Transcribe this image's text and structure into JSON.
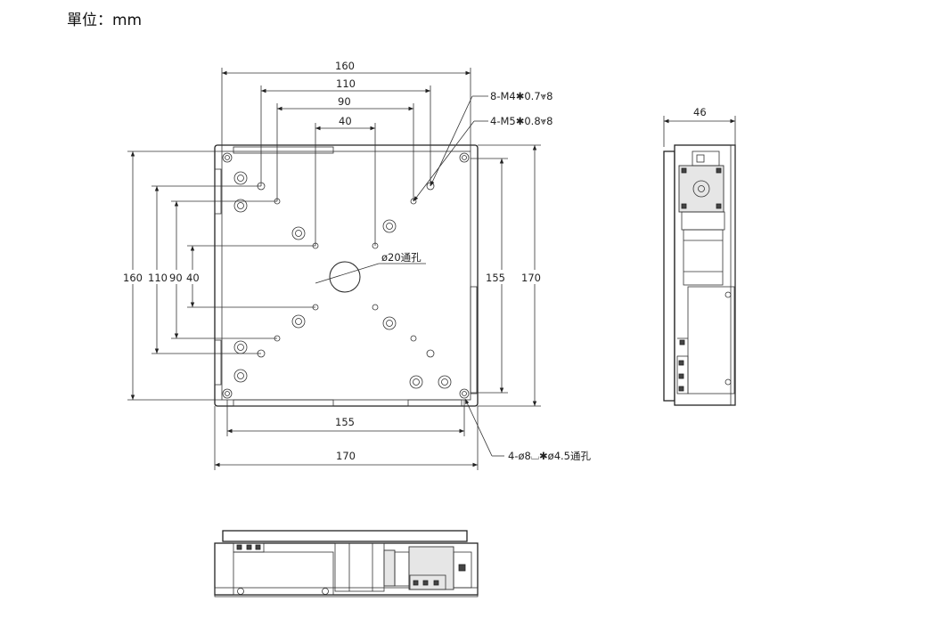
{
  "unit_label": "單位：mm",
  "top_view": {
    "dims_horizontal_top": [
      "160",
      "110",
      "90",
      "40"
    ],
    "dims_vertical_left": [
      "160",
      "110",
      "90",
      "40"
    ],
    "dims_vertical_right": [
      "155",
      "170"
    ],
    "dims_horizontal_bottom": [
      "155",
      "170"
    ],
    "callout_m4": "8-M4✱0.7⩔8",
    "callout_m5": "4-M5✱0.8⩔8",
    "center_hole": "ø20通孔",
    "corner_holes": "4-ø8⌴✱ø4.5通孔"
  },
  "side_view": {
    "width_dim": "46"
  }
}
